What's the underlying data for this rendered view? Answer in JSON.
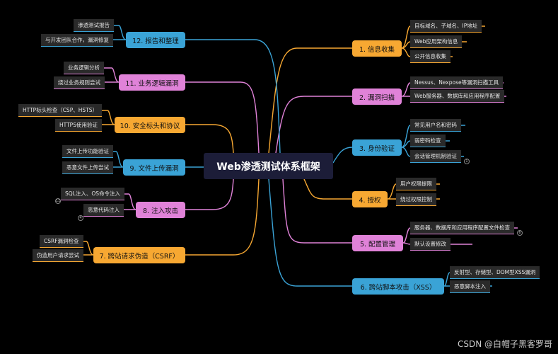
{
  "center": {
    "title": "Web渗透测试体系框架"
  },
  "right_branches": [
    {
      "label": "1. 信息收集",
      "leaves": [
        "目标域名、子域名、IP地址",
        "Web应用架构信息",
        "公开信息收集"
      ]
    },
    {
      "label": "2. 漏洞扫描",
      "leaves": [
        "Nessus、Nexpose等漏洞扫描工具",
        "Web服务器、数据库和应用程序配置"
      ]
    },
    {
      "label": "3. 身份验证",
      "leaves": [
        "常见用户名和密码",
        "弱密码检查",
        "会话管理机制验证"
      ]
    },
    {
      "label": "4. 授权",
      "leaves": [
        "用户权限提限",
        "绕过权限控制"
      ]
    },
    {
      "label": "5. 配置管理",
      "leaves": [
        "服务器、数据库和应用程序配置文件检查",
        "默认设置修改"
      ]
    },
    {
      "label": "6. 跨站脚本攻击（XSS）",
      "leaves": [
        "反射型、存储型、DOM型XSS漏洞",
        "恶意脚本注入"
      ]
    }
  ],
  "left_branches": [
    {
      "label": "12. 报告和整理",
      "leaves": [
        "渗透测试报告",
        "与开发团队合作，漏洞修复"
      ]
    },
    {
      "label": "11. 业务逻辑漏洞",
      "leaves": [
        "业务逻辑分析",
        "绕过业务规则尝试"
      ]
    },
    {
      "label": "10. 安全标头和协议",
      "leaves": [
        "HTTP标头检查（CSP、HSTS）",
        "HTTPS使用验证"
      ]
    },
    {
      "label": "9. 文件上传漏洞",
      "leaves": [
        "文件上传功能验证",
        "恶意文件上传尝试"
      ]
    },
    {
      "label": "8. 注入攻击",
      "leaves": [
        "SQL注入、OS命令注入",
        "恶意代码注入"
      ]
    },
    {
      "label": "7. 跨站请求伪造（CSRF）",
      "leaves": [
        "CSRF漏洞检查",
        "伪造用户请求尝试"
      ]
    }
  ],
  "markers": [
    "1",
    "4",
    "6",
    "11"
  ],
  "watermark": "CSDN @白帽子黑客罗哥",
  "colors": {
    "orange": "#f7a832",
    "pink": "#e082d8",
    "blue": "#3aa3d6",
    "center_bg": "#1c1d38"
  }
}
